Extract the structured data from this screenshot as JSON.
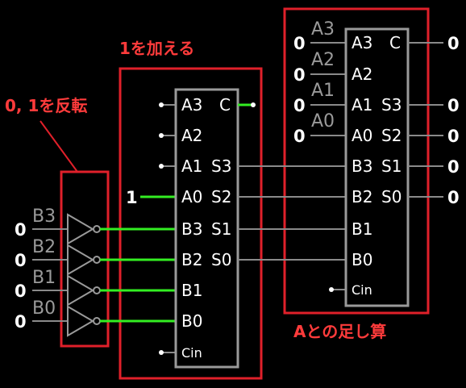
{
  "labels": {
    "invert": "0, 1を反転",
    "add_one": "1を加える",
    "add_a": "Aとの足し算"
  },
  "inverter": {
    "inputs": [
      "B3",
      "B2",
      "B1",
      "B0"
    ],
    "values": [
      "0",
      "0",
      "0",
      "0"
    ]
  },
  "adder1": {
    "pins_left": [
      "A3",
      "A2",
      "A1",
      "A0",
      "B3",
      "B2",
      "B1",
      "B0",
      "Cin"
    ],
    "pins_right": [
      "C",
      "S3",
      "S2",
      "S1",
      "S0"
    ],
    "a0_value": "1"
  },
  "adder2": {
    "pins_left": [
      "A3",
      "A2",
      "A1",
      "A0",
      "B3",
      "B2",
      "B1",
      "B0",
      "Cin"
    ],
    "pins_right": [
      "C",
      "S3",
      "S2",
      "S1",
      "S0"
    ],
    "a_inputs": [
      "A3",
      "A2",
      "A1",
      "A0"
    ],
    "a_values": [
      "0",
      "0",
      "0",
      "0"
    ],
    "outputs": [
      "0",
      "0",
      "0",
      "0",
      "0"
    ]
  },
  "colors": {
    "frame": "#e0202a",
    "active_wire": "#33ee22",
    "wire": "#8a8a8a"
  }
}
